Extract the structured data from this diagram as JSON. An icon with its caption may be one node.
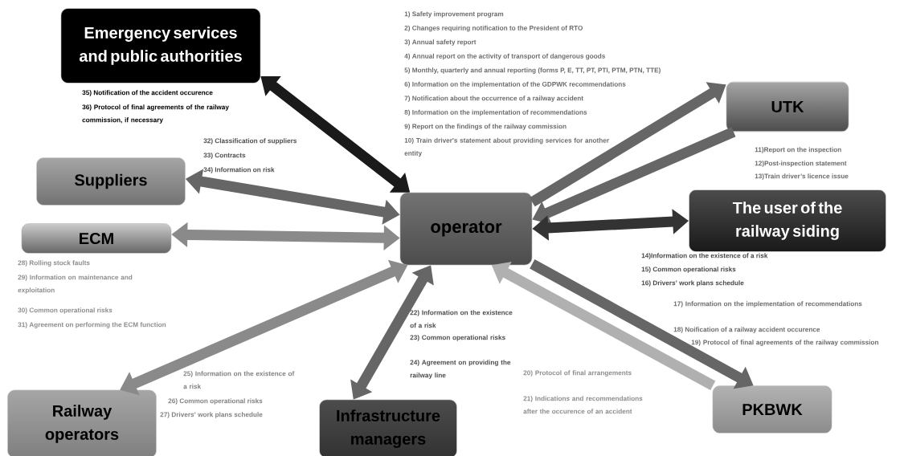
{
  "diagram": {
    "nodes": [
      {
        "text": [
          "Emergency services and public authorities"
        ]
      },
      {
        "text": [
          "UTK"
        ]
      },
      {
        "text": [
          "Suppliers"
        ]
      },
      {
        "text": [
          "operator"
        ]
      },
      {
        "text": [
          "ECM"
        ]
      },
      {
        "text": [
          "The user of the railway siding"
        ]
      },
      {
        "text": [
          "PKBWK"
        ]
      },
      {
        "text": [
          "Railway operators"
        ]
      },
      {
        "text": [
          "Infrastructure managers"
        ]
      }
    ],
    "edges": [
      {
        "from": 0,
        "to": 3,
        "arrow": "both",
        "color": "#1a1a1a"
      },
      {
        "from": 3,
        "to": 1,
        "arrow": "to"
      },
      {
        "from": 1,
        "to": 3,
        "arrow": "to"
      },
      {
        "from": 2,
        "to": 3,
        "arrow": "both"
      },
      {
        "from": 4,
        "to": 3,
        "arrow": "both",
        "color": "#8a8a8a"
      },
      {
        "from": 3,
        "to": 5,
        "arrow": "both",
        "color": "#333333"
      },
      {
        "from": 3,
        "to": 6,
        "arrow": "to"
      },
      {
        "from": 6,
        "to": 3,
        "arrow": "to",
        "color": "#b0b0b0"
      },
      {
        "from": 7,
        "to": 3,
        "arrow": "both",
        "color": "#8a8a8a"
      },
      {
        "from": 8,
        "to": 3,
        "arrow": "both"
      }
    ],
    "labels": [
      "1) Safety improvement program",
      "2) Changes requiring notification to the President of RTO",
      "3) Annual safety report",
      "4) Annual report on the activity of transport of dangerous goods",
      "5) Monthly, quarterly and annual reporting (forms P, E, TT, PT, PTI, PTM, PTN, TTE)",
      "6) Information on the implementation of the GDPWK recommendations",
      "7) Notification about the occurrence of a railway accident",
      "8) Information on the implementation of recommendations",
      "9) Report on the findings of the railway commission",
      "10) Train driver's statement about providing services for another entity",
      "35) Notification of the accident occurence",
      "36) Protocol of final agreements of the railway commission, if necessary",
      "32) Classification of suppliers",
      "33) Contracts",
      "34) Information on  risk",
      "11)Report on the inspection",
      "12)Post-inspection statement",
      "13)Train driver’s licence issue",
      "14)Information on the existence of a risk",
      "15) Common operational risks",
      "16) Drivers’ work plans schedule",
      "28) Rolling stock faults",
      "29) Information on maintenance and exploitation",
      "30) Common operational risks",
      "31) Agreement on performing the ECM function",
      "17) Information on the implementation of recommendations",
      "18) Noification of a railway accident occurence",
      "19) Protocol of final agreements of the railway commission",
      "22) Information on the existence of a risk",
      "23) Common operational risks",
      "24) Agreement on providing the railway line",
      "25) Information on the existence of a risk",
      "26) Common operational risks",
      "27) Drivers’ work plans schedule",
      "20) Protocol of final arrangements",
      "21) Indications and recommendations after the occurence of an accident"
    ]
  }
}
